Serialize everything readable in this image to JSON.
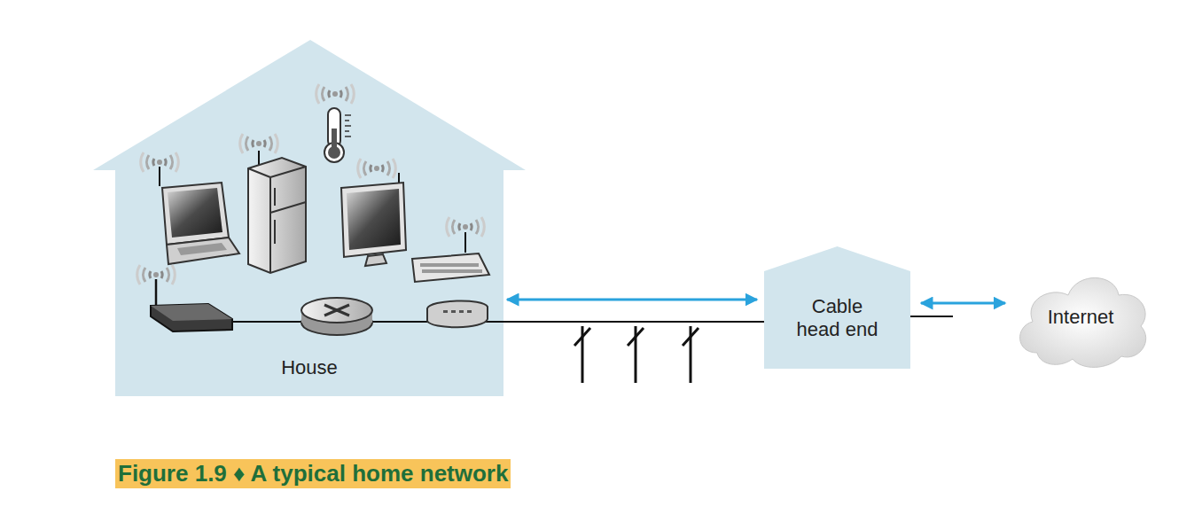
{
  "diagram": {
    "caption": "Figure 1.9 ♦ A typical home network",
    "nodes": [
      {
        "text": [
          "House"
        ]
      },
      {
        "text": [
          "Cable head end"
        ]
      },
      {
        "text": [
          "Internet"
        ]
      }
    ],
    "edges": [
      {
        "from": 0,
        "to": 1,
        "arrow": "both"
      },
      {
        "from": 1,
        "to": 2,
        "arrow": "both"
      }
    ]
  }
}
